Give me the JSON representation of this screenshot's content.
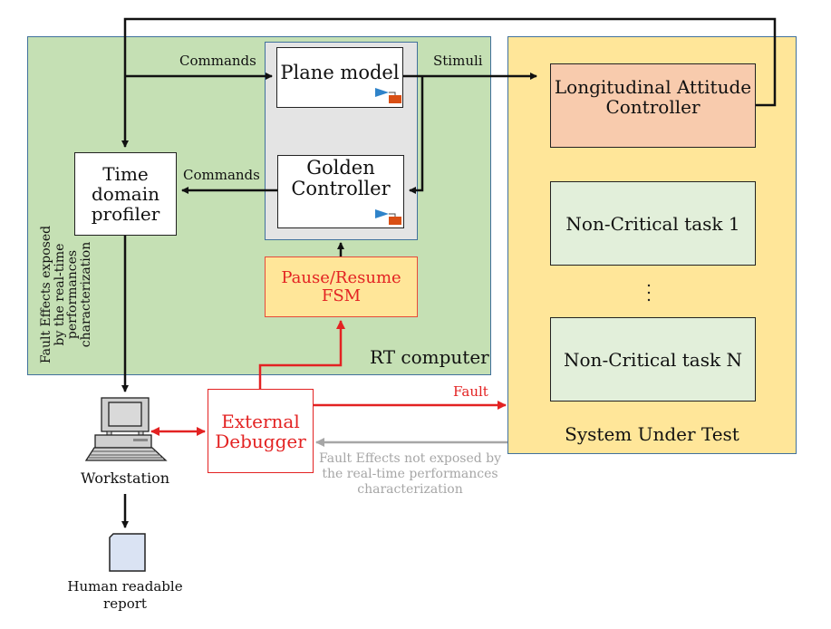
{
  "regions": {
    "rt_computer": "RT computer",
    "system_under_test": "System Under Test"
  },
  "blocks": {
    "plane_model": "Plane model",
    "golden_controller": [
      "Golden",
      "Controller"
    ],
    "time_domain_profiler": [
      "Time",
      "domain",
      "profiler"
    ],
    "pause_resume_fsm": [
      "Pause/Resume",
      "FSM"
    ],
    "longitudinal_attitude_controller": [
      "Longitudinal Attitude",
      "Controller"
    ],
    "non_critical_task_1": "Non-Critical task 1",
    "ellipsis": "⋮",
    "non_critical_task_n": "Non-Critical task N",
    "external_debugger": [
      "External",
      "Debugger"
    ],
    "workstation": "Workstation",
    "report": [
      "Human readable",
      "report"
    ]
  },
  "edges": {
    "commands_top": "Commands",
    "commands_mid": "Commands",
    "stimuli": "Stimuli",
    "fault": "Fault",
    "fault_effects_exposed": [
      "Fault Effects exposed",
      "by the real-time",
      "performances",
      "characterization"
    ],
    "fault_effects_not_exposed": [
      "Fault Effects not exposed by",
      "the real-time performances",
      "characterization"
    ]
  },
  "colors": {
    "rt_region": "#c5e0b4",
    "sut_region": "#ffe699",
    "sim_group": "#e4e4e4",
    "critical_task": "#f8cbad",
    "non_critical_task": "#e2efda",
    "debugger_red": "#e32222",
    "not_exposed_gray": "#a6a6a6",
    "region_border": "#41719c"
  }
}
